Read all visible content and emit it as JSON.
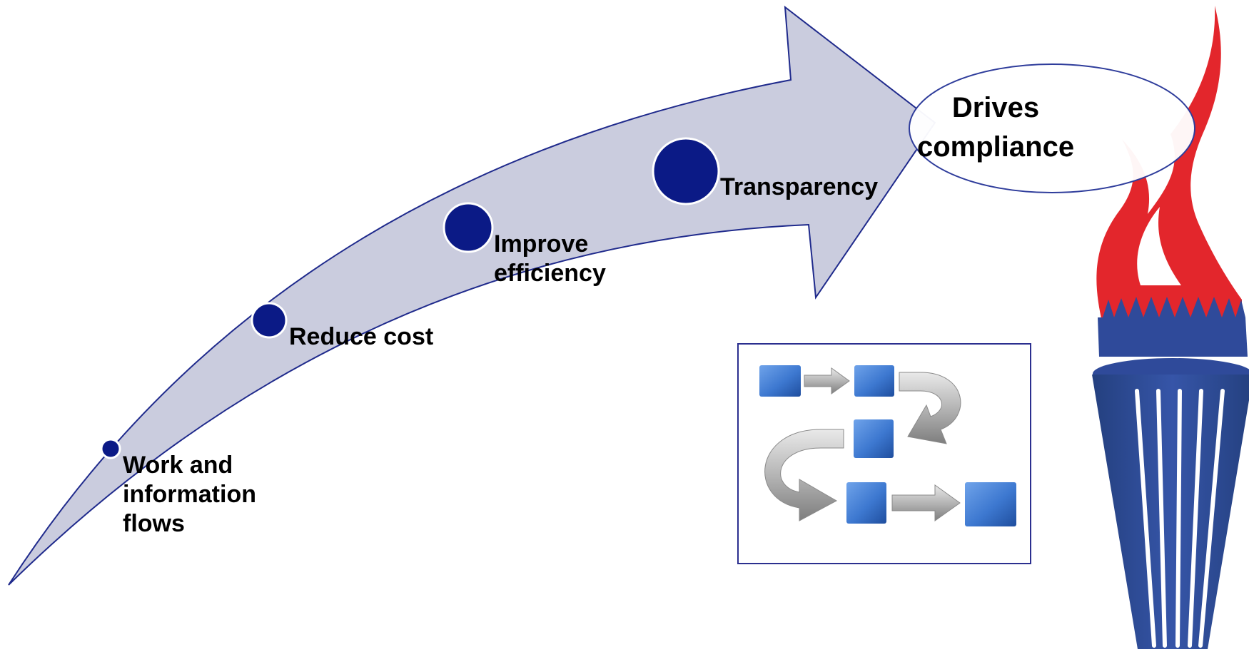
{
  "milestones": [
    {
      "label": "Work and information flows",
      "lines": [
        "Work and",
        "information",
        "flows"
      ]
    },
    {
      "label": "Reduce cost",
      "lines": [
        "Reduce cost"
      ]
    },
    {
      "label": "Improve efficiency",
      "lines": [
        "Improve",
        "efficiency"
      ]
    },
    {
      "label": "Transparency",
      "lines": [
        "Transparency"
      ]
    }
  ],
  "goal": {
    "lines": [
      "Drives",
      "compliance"
    ]
  },
  "colors": {
    "arrow_fill": "#CACCDE",
    "arrow_stroke": "#1F2A8C",
    "dot_fill": "#0B1A86",
    "ellipse_stroke": "#2E3C9B",
    "flame_red": "#E3262C",
    "torch_blue": "#2F4A9A",
    "box_blue": "#3D78D0",
    "curve_gray": "#A9A9A9"
  },
  "icons": {
    "process_flow": "process-flow-icon",
    "torch": "torch-icon"
  }
}
